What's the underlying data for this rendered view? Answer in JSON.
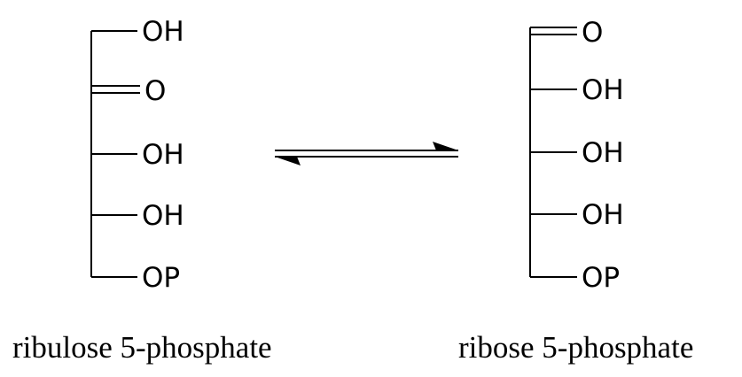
{
  "left_molecule": {
    "name": "ribulose 5-phosphate",
    "groups": [
      {
        "label": "OH",
        "bond": "single"
      },
      {
        "label": "O",
        "bond": "double"
      },
      {
        "label": "OH",
        "bond": "single"
      },
      {
        "label": "OH",
        "bond": "single"
      },
      {
        "label": "OP",
        "bond": "single"
      }
    ]
  },
  "right_molecule": {
    "name": "ribose 5-phosphate",
    "groups": [
      {
        "label": "O",
        "bond": "double"
      },
      {
        "label": "OH",
        "bond": "single"
      },
      {
        "label": "OH",
        "bond": "single"
      },
      {
        "label": "OH",
        "bond": "single"
      },
      {
        "label": "OP",
        "bond": "single"
      }
    ]
  },
  "arrow": {
    "type": "equilibrium"
  },
  "colors": {
    "ink": "#000000",
    "background": "#ffffff"
  }
}
